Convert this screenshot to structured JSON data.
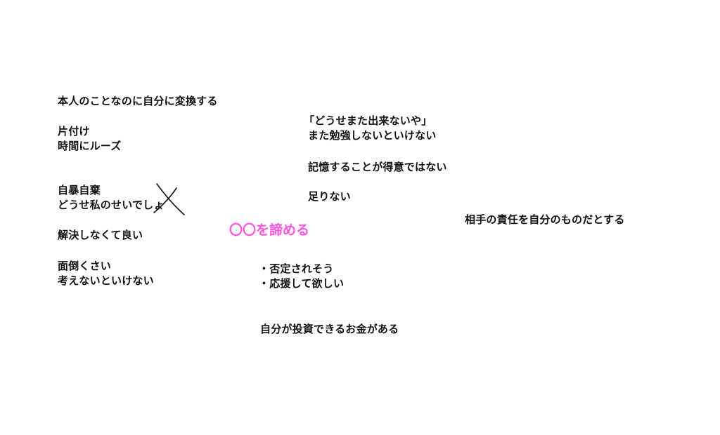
{
  "colors": {
    "text": "#111111",
    "highlight": "#ff55dd",
    "background": "#ffffff"
  },
  "notes": {
    "self_convert": [
      "本人のことなのに自分に変換する"
    ],
    "tidy_time": [
      "片付け",
      "時間にルーズ"
    ],
    "self_abandon": [
      "自暴自棄",
      "どうせ私のせいでしょ"
    ],
    "no_solve": [
      "解決しなくて良い"
    ],
    "bother": [
      "面倒くさい",
      "考えないといけない"
    ],
    "cant_anyway": [
      "「どうせまた出来ないや」",
      "また勉強しないといけない"
    ],
    "memorize": [
      "記憶することが得意ではない"
    ],
    "not_enough": [
      "足りない"
    ],
    "responsibility": [
      "相手の責任を自分のものだとする"
    ],
    "bullets": [
      "・否定されそう",
      "・応援して欲しい"
    ],
    "money": [
      "自分が投資できるお金がある"
    ]
  },
  "center": {
    "label": "〇〇を諦める"
  },
  "cross_icon": "hand-drawn-cross"
}
